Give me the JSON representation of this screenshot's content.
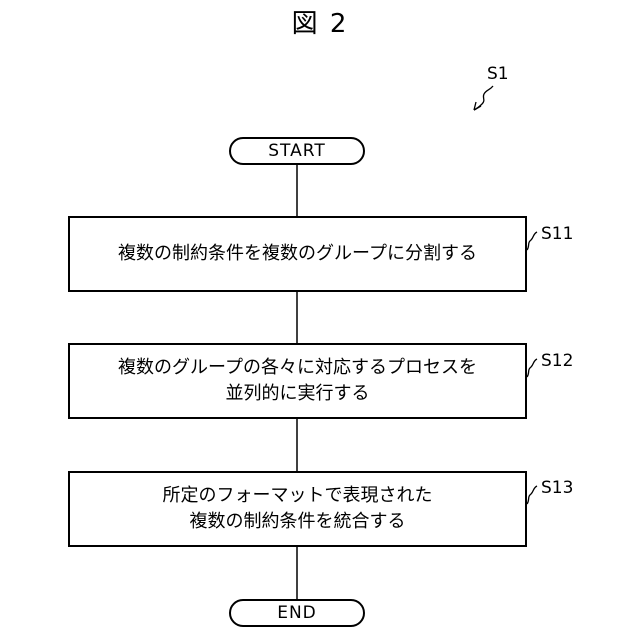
{
  "figure": {
    "title": "図 2"
  },
  "flow": {
    "ref": "S1",
    "start_label": "START",
    "end_label": "END",
    "steps": [
      {
        "id": "S11",
        "lines": [
          "複数の制約条件を複数のグループに分割する"
        ]
      },
      {
        "id": "S12",
        "lines": [
          "複数のグループの各々に対応するプロセスを",
          "並列的に実行する"
        ]
      },
      {
        "id": "S13",
        "lines": [
          "所定のフォーマットで表現された",
          "複数の制約条件を統合する"
        ]
      }
    ]
  }
}
